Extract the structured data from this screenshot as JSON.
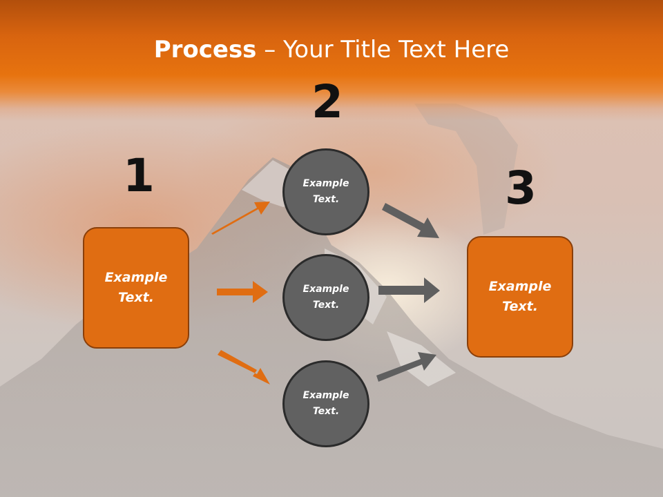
{
  "title": {
    "bold": "Process",
    "rest": " – Your Title Text Here"
  },
  "steps": [
    {
      "number": "1",
      "text": "Example Text."
    },
    {
      "number": "2",
      "nodes": [
        "Example Text.",
        "Example Text.",
        "Example Text."
      ]
    },
    {
      "number": "3",
      "text": "Example Text."
    }
  ],
  "colors": {
    "accent": "#e06d12",
    "accent_border": "#8a3f0a",
    "node_fill": "#616161",
    "node_border": "#2b2b2b",
    "arrow_orange": "#e06d12",
    "arrow_gray": "#5f5f5f",
    "title_band": "#e7730f"
  }
}
